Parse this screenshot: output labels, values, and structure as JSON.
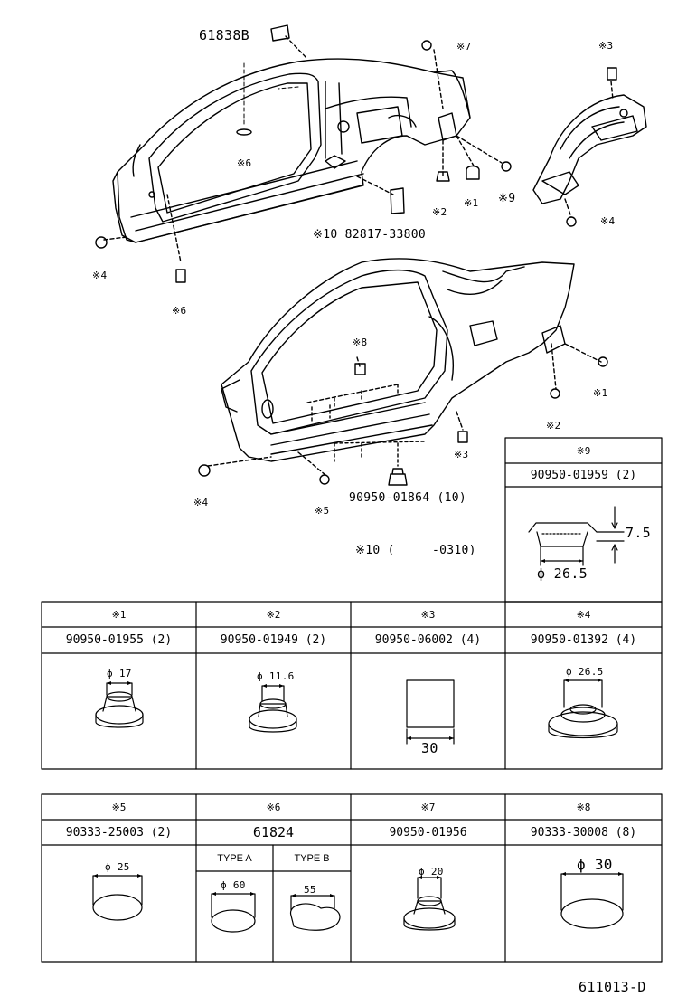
{
  "top_labels": {
    "part_61838b": "61838B",
    "note7": "※7",
    "note3_upper": "※3",
    "note6_upper": "※6",
    "note2_upper": "※2",
    "note1_upper": "※1",
    "note9_upper": "※9",
    "note4_upper_left": "※4",
    "note4_upper_right": "※4",
    "note6_left": "※6",
    "note10_part": "※10 82817-33800",
    "note8_mid": "※8",
    "note1_mid": "※1",
    "note2_mid": "※2",
    "note3_mid": "※3",
    "note4_mid": "※4",
    "note5_mid": "※5",
    "clip_part": "90950-01864 (10)",
    "note10_range_prefix": "※10 (",
    "note10_range_suffix": "-0310)"
  },
  "box9": {
    "header": "※9",
    "part": "90950-01959 (2)",
    "dim_height": "7.5",
    "dim_dia": "ϕ 26.5"
  },
  "table_row1": [
    {
      "note": "※1",
      "part": "90950-01955 (2)",
      "dim": "ϕ 17"
    },
    {
      "note": "※2",
      "part": "90950-01949 (2)",
      "dim": "ϕ 11.6"
    },
    {
      "note": "※3",
      "part": "90950-06002 (4)",
      "dim": "30"
    },
    {
      "note": "※4",
      "part": "90950-01392 (4)",
      "dim": "ϕ 26.5"
    }
  ],
  "table_row2": [
    {
      "note": "※5",
      "part": "90333-25003 (2)",
      "dim": "ϕ 25"
    },
    {
      "note": "※6",
      "part": "61824",
      "type_a": "TYPE A",
      "type_b": "TYPE B",
      "dim_a": "ϕ 60",
      "dim_b": "55"
    },
    {
      "note": "※7",
      "part": "90950-01956",
      "dim": "ϕ 20"
    },
    {
      "note": "※8",
      "part": "90333-30008 (8)",
      "dim": "ϕ 30"
    }
  ],
  "figure_code": "611013-D"
}
